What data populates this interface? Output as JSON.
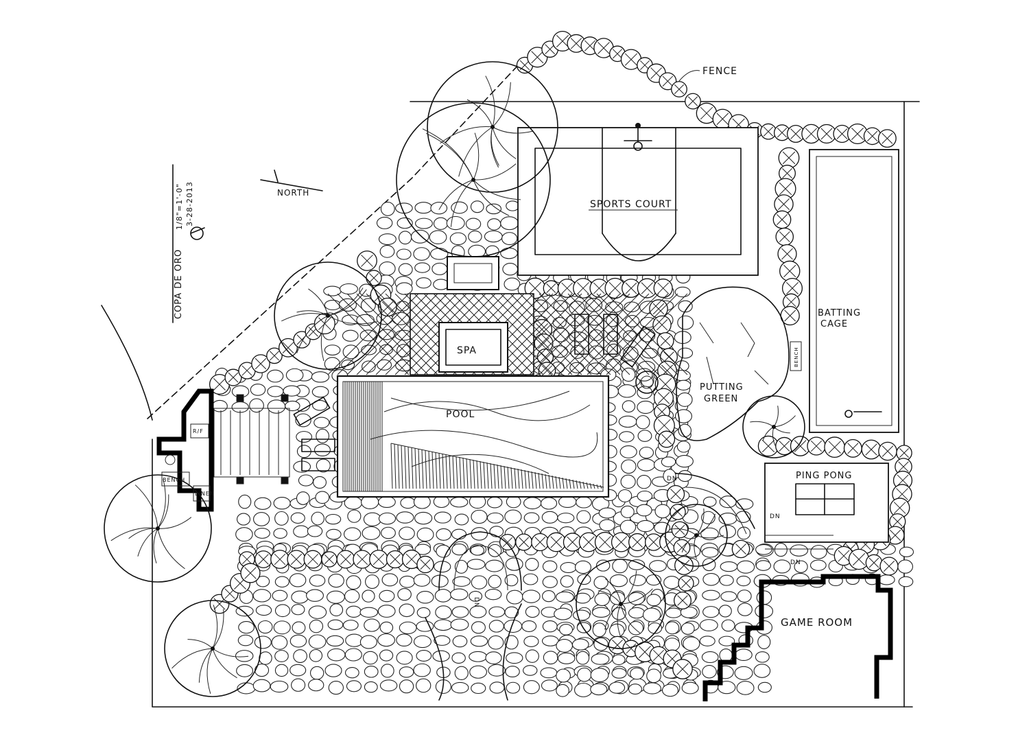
{
  "labels": {
    "fence": "FENCE",
    "sports_court": "SPORTS COURT",
    "batting_cage": "BATTING\nCAGE",
    "putting_green": "PUTTING\nGREEN",
    "spa": "SPA",
    "pool": "POOL",
    "ping_pong": "PING PONG",
    "game_room": "GAME ROOM",
    "north": "NORTH",
    "title": "COPA DE ORO",
    "scale": "1/8\"=1'-0\"",
    "date": "3-28-2013",
    "rf": "R/F",
    "bench_left": "BENCH",
    "linen": "LINEN",
    "bench_right": "BENCH",
    "dn1": "DN",
    "dn2": "DN",
    "dn3": "DN",
    "dn4": "DN"
  },
  "colors": {
    "ink": "#111111",
    "paper": "#ffffff"
  }
}
